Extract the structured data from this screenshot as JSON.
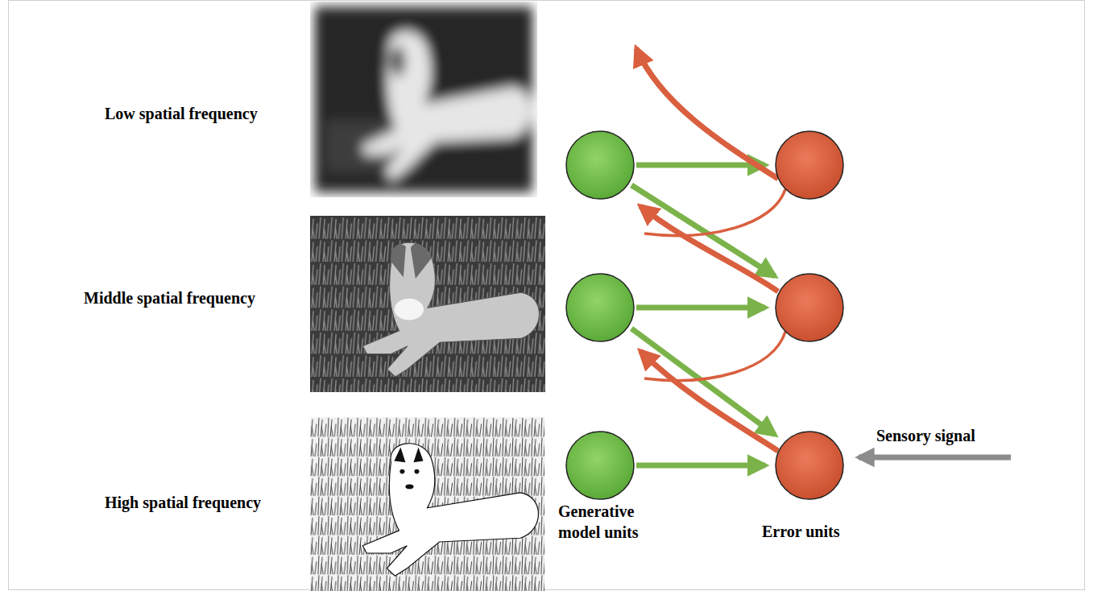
{
  "diagram": {
    "labels": [
      "Low spatial frequency",
      "Middle spatial frequency",
      "High spatial frequency",
      "Generative model units",
      "Error units",
      "Sensory signal"
    ]
  }
}
